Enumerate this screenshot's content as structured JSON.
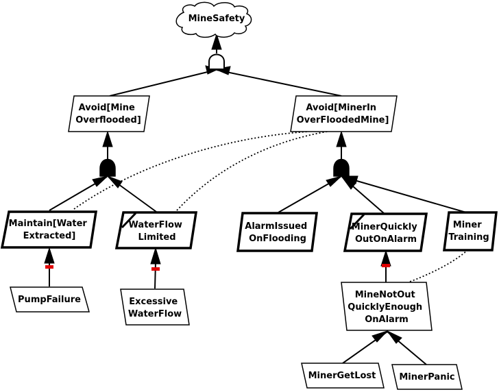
{
  "root": {
    "label": "MineSafety"
  },
  "goals": {
    "avoid_mine_overflooded": [
      "Avoid[Mine",
      "Overflooded]"
    ],
    "avoid_miner_in_overflooded_mine": [
      "Avoid[MinerIn",
      "OverFloodedMine]"
    ]
  },
  "requirements": {
    "maintain_water_extracted": [
      "Maintain[Water",
      "Extracted]"
    ],
    "waterflow_limited": [
      "WaterFlow",
      "Limited"
    ],
    "alarm_issued_on_flooding": [
      "AlarmIssued",
      "OnFlooding"
    ],
    "miner_quickly_out_on_alarm": [
      "MinerQuickly",
      "OutOnAlarm"
    ],
    "miner_training": [
      "Miner",
      "Training"
    ]
  },
  "obstacles": {
    "pump_failure": [
      "PumpFailure"
    ],
    "excessive_waterflow": [
      "Excessive",
      "WaterFlow"
    ],
    "mine_not_out_quickly": [
      "MineNotOut",
      "QuicklyEnough",
      "OnAlarm"
    ],
    "miner_get_lost": [
      "MinerGetLost"
    ],
    "miner_panic": [
      "MinerPanic"
    ]
  }
}
